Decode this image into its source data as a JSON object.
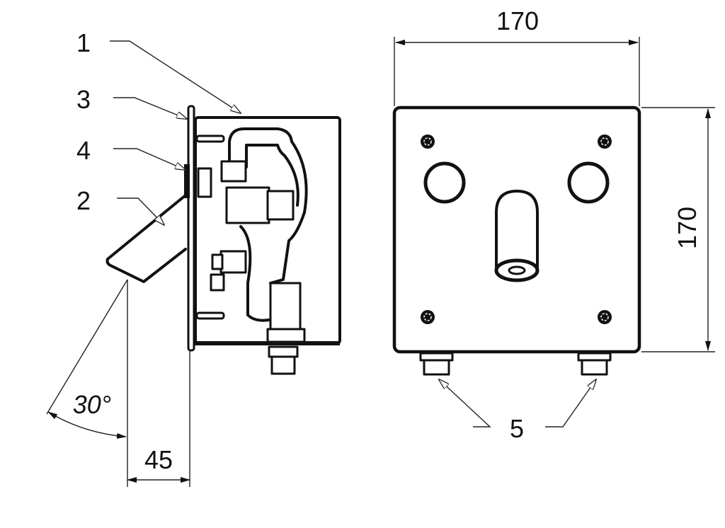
{
  "drawing": {
    "callouts": [
      "1",
      "3",
      "4",
      "2",
      "5"
    ],
    "angle_label": "30°",
    "depth_dimension": "45",
    "width_dimension": "170",
    "height_dimension": "170"
  },
  "colors": {
    "line": "#111111",
    "background": "#ffffff"
  }
}
